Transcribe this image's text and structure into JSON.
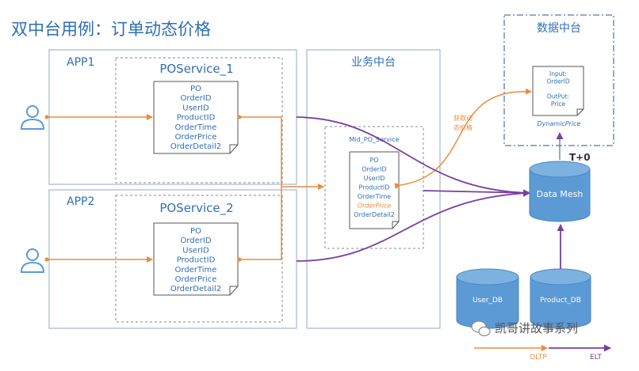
{
  "title": "双中台用例：订单动态价格",
  "app1": {
    "label": "APP1",
    "service_title": "POService_1",
    "doc_lines": [
      "PO",
      "OrderID",
      "UserID",
      "ProductID",
      "OrderTime",
      "OrderPrice",
      "OrderDetail2"
    ]
  },
  "app2": {
    "label": "APP2",
    "service_title": "POService_2",
    "doc_lines": [
      "PO",
      "OrderID",
      "UserID",
      "ProductID",
      "OrderTime",
      "OrderPrice",
      "OrderDetail2"
    ]
  },
  "business_center": {
    "title": "业务中台",
    "service_label": "Mid_PO_Service",
    "doc_lines": [
      "PO",
      "OrderID",
      "UserID",
      "ProductID",
      "OrderTime",
      "OrderPrice",
      "OrderDetail2"
    ],
    "highlight_line": "OrderPrice"
  },
  "data_center": {
    "title": "数据中台",
    "doc_lines": [
      "Input:",
      "OrderID",
      "",
      "OutPut:",
      "Price"
    ],
    "caption": "DynamicPrice"
  },
  "fetch_price_label": [
    "获取动",
    "态价格"
  ],
  "t0_label": "T+0",
  "data_mesh_label": "Data Mesh",
  "user_db_label": "User_DB",
  "product_db_label": "Product_DB",
  "legend": {
    "oltp": "OLTP",
    "elt": "ELT"
  },
  "watermark": "凯哥讲故事系列",
  "colors": {
    "orange": "#ee8a3c",
    "purple": "#7a3fa0",
    "blue_text": "#2f6fb5",
    "db_fill": "#5b9ad5",
    "border": "#6f8fb0"
  }
}
